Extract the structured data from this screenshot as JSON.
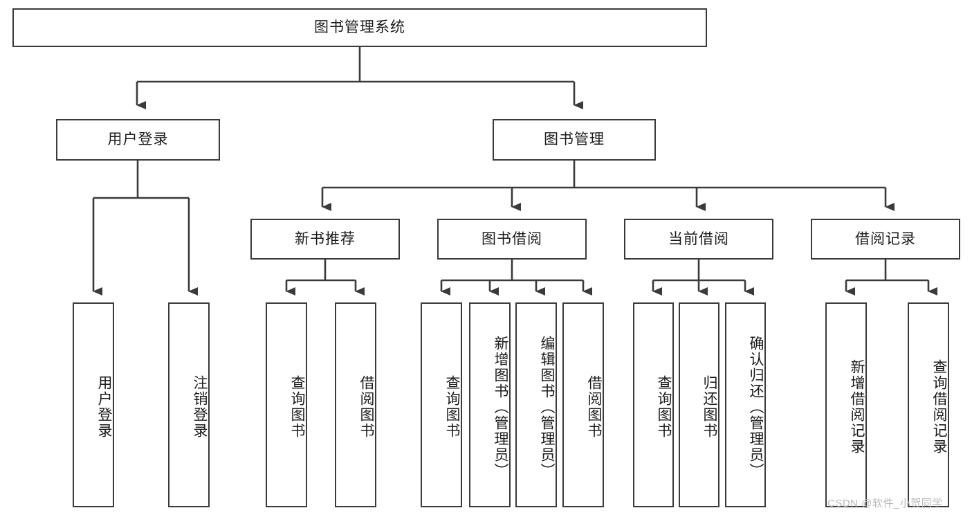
{
  "diagram": {
    "title_label": "图书管理系统",
    "type": "tree-hierarchy",
    "levels": 4,
    "level1": [
      {
        "id": "user-login",
        "label": "用户登录"
      },
      {
        "id": "book-manage",
        "label": "图书管理"
      }
    ],
    "level2": [
      {
        "id": "new-book-recommend",
        "label": "新书推荐",
        "parent": "book-manage"
      },
      {
        "id": "book-borrow",
        "label": "图书借阅",
        "parent": "book-manage"
      },
      {
        "id": "current-borrow",
        "label": "当前借阅",
        "parent": "book-manage"
      },
      {
        "id": "borrow-record",
        "label": "借阅记录",
        "parent": "book-manage"
      }
    ],
    "leaves": [
      {
        "id": "leaf-user-login",
        "label": "用户登录",
        "parent": "user-login"
      },
      {
        "id": "leaf-logout-login",
        "label": "注销登录",
        "parent": "user-login"
      },
      {
        "id": "leaf-query-book-1",
        "label": "查询图书",
        "parent": "new-book-recommend"
      },
      {
        "id": "leaf-borrow-book-1",
        "label": "借阅图书",
        "parent": "new-book-recommend"
      },
      {
        "id": "leaf-query-book-2",
        "label": "查询图书",
        "parent": "book-borrow"
      },
      {
        "id": "leaf-add-book",
        "label": "新增图书（管理员）",
        "parent": "book-borrow"
      },
      {
        "id": "leaf-edit-book",
        "label": "编辑图书（管理员）",
        "parent": "book-borrow"
      },
      {
        "id": "leaf-borrow-book-2",
        "label": "借阅图书",
        "parent": "book-borrow"
      },
      {
        "id": "leaf-query-book-3",
        "label": "查询图书",
        "parent": "current-borrow"
      },
      {
        "id": "leaf-return-book",
        "label": "归还图书",
        "parent": "current-borrow"
      },
      {
        "id": "leaf-confirm-return",
        "label": "确认归还（管理员）",
        "parent": "current-borrow"
      },
      {
        "id": "leaf-add-record",
        "label": "新增借阅记录",
        "parent": "borrow-record"
      },
      {
        "id": "leaf-query-record",
        "label": "查询借阅记录",
        "parent": "borrow-record"
      }
    ],
    "colors": {
      "stroke": "#3a3a3a",
      "box_fill": "#ffffff",
      "text": "#1b1b1b",
      "watermark": "#b9b9b9",
      "background": "#ffffff"
    }
  },
  "watermark": {
    "text": "CSDN @软件_小贺同学"
  }
}
